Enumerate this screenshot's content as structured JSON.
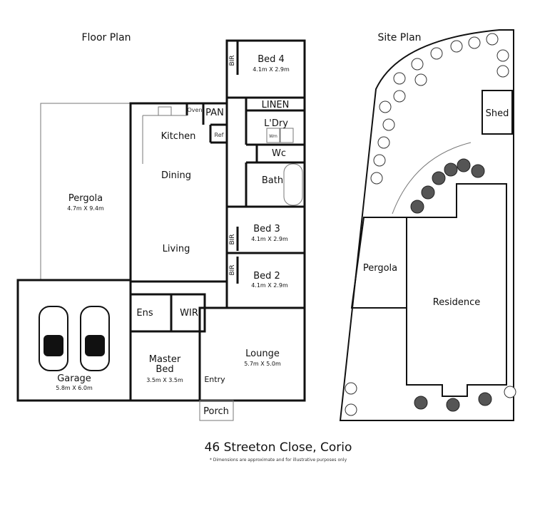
{
  "headings": {
    "floor_plan": "Floor Plan",
    "site_plan": "Site Plan"
  },
  "rooms": {
    "bed4": {
      "name": "Bed 4",
      "dim": "4.1m X 2.9m"
    },
    "linen": "LINEN",
    "laundry": "L'Dry",
    "wm": "Wm",
    "wc": "Wc",
    "bath": "Bath",
    "kitchen": "Kitchen",
    "oven": "Oven",
    "pan": "PAN",
    "ref": "Ref",
    "dining": "Dining",
    "living": "Living",
    "pergola": {
      "name": "Pergola",
      "dim": "4.7m X 9.4m"
    },
    "bed3": {
      "name": "Bed 3",
      "dim": "4.1m X 2.9m"
    },
    "bed2": {
      "name": "Bed 2",
      "dim": "4.1m X 2.9m"
    },
    "bir": "BIR",
    "ens": "Ens",
    "wir": "WIR",
    "garage": {
      "name": "Garage",
      "dim": "5.8m X 6.0m"
    },
    "master": {
      "name1": "Master",
      "name2": "Bed",
      "dim": "3.5m X 3.5m"
    },
    "lounge": {
      "name": "Lounge",
      "dim": "5.7m X 5.0m"
    },
    "entry": "Entry",
    "porch": "Porch"
  },
  "site": {
    "shed": "Shed",
    "pergola": "Pergola",
    "residence": "Residence"
  },
  "footer": {
    "address": "46 Streeton Close, Corio",
    "note": "* Dimensions are approximate and for illustrative purposes only"
  }
}
